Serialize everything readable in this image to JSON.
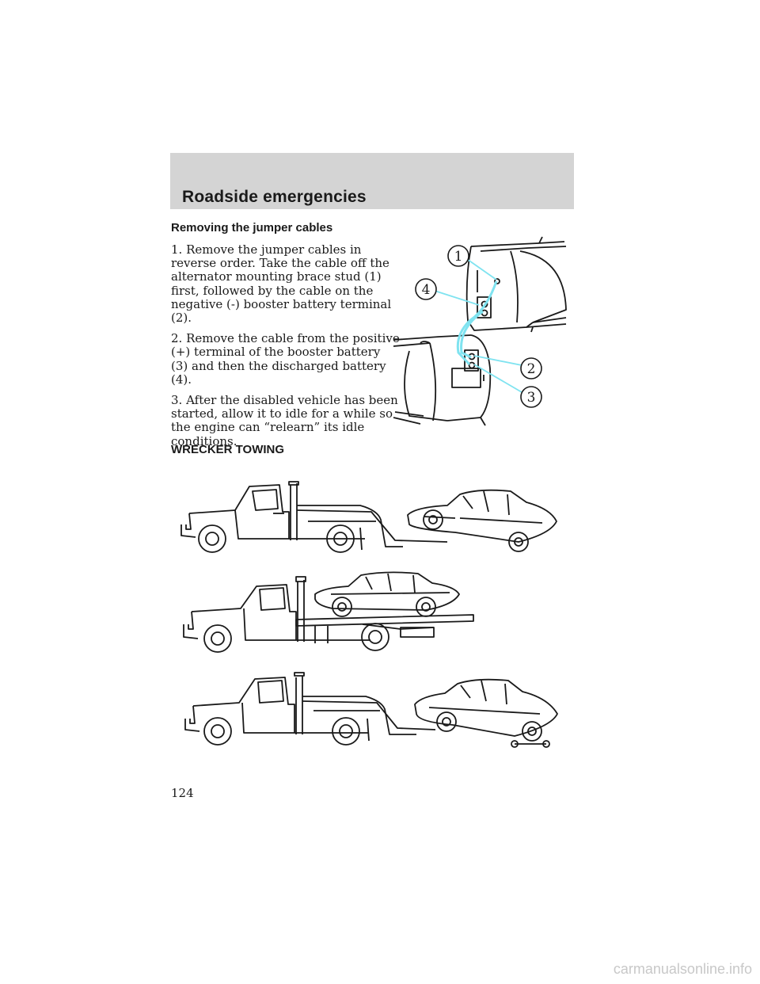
{
  "header": {
    "title": "Roadside emergencies"
  },
  "jumper": {
    "heading": "Removing the jumper cables",
    "steps": [
      "1. Remove the jumper cables in reverse order. Take the cable off the alternator mounting brace stud (1) first, followed by the cable on the negative (-) booster battery terminal (2).",
      "2. Remove the cable from the positive (+) terminal of the booster battery (3) and then the discharged battery (4).",
      "3. After the disabled vehicle has been started, allow it to idle for a while so the engine can “relearn” its idle conditions."
    ],
    "callouts": [
      "1",
      "4",
      "2",
      "3"
    ],
    "cable_color": "#7fe3f0"
  },
  "towing": {
    "heading": "WRECKER TOWING"
  },
  "footer": {
    "page_number": "124",
    "watermark": "carmanualsonline.info"
  }
}
